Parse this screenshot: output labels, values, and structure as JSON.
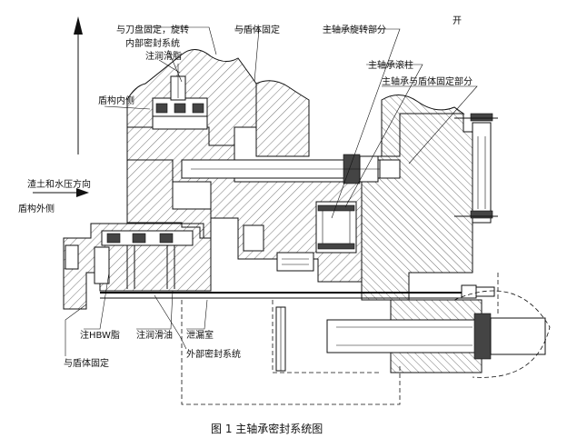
{
  "caption": "图 1  主轴承密封系统图",
  "corner_mark": "开",
  "labels": {
    "cutterhead_rotate": "与刀盘固定，旋转",
    "inner_seal": "内部密封系统",
    "grease_top": "注润滑脂",
    "shield_inner": "盾构内侧",
    "shield_fixed_top": "与盾体固定",
    "bearing_rotating": "主轴承旋转部分",
    "bearing_roller": "主轴承滚柱",
    "bearing_fixed": "主轴承与盾体固定部分",
    "muck_pressure": "渣土和水压方向",
    "shield_outer": "盾构外侧",
    "hbw_grease": "注HBW脂",
    "lube_oil": "注润滑油",
    "leak_chamber": "泄漏室",
    "outer_seal": "外部密封系统",
    "shield_fixed_bottom": "与盾体固定"
  }
}
